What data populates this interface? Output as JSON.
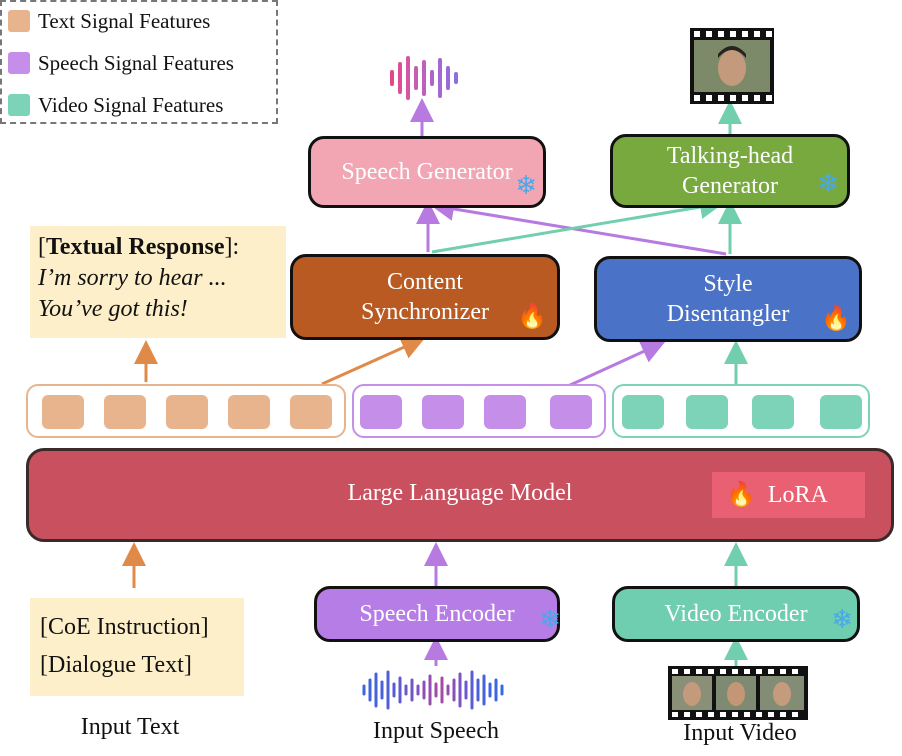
{
  "legend": {
    "items": [
      {
        "label": "Text Signal Features",
        "color": "#e8b48d"
      },
      {
        "label": "Speech Signal Features",
        "color": "#c58ee8"
      },
      {
        "label": "Video Signal Features",
        "color": "#7dd3b8"
      }
    ]
  },
  "modules": {
    "speech_generator": "Speech Generator",
    "talking_head_line1": "Talking-head",
    "talking_head_line2": "Generator",
    "content_sync_line1": "Content",
    "content_sync_line2": "Synchronizer",
    "style_dis_line1": "Style",
    "style_dis_line2": "Disentangler",
    "llm": "Large Language Model",
    "lora": "LoRA",
    "speech_encoder": "Speech Encoder",
    "video_encoder": "Video Encoder"
  },
  "textual_response": {
    "prefix": "[",
    "bold": "Textual Response",
    "suffix": "]:",
    "line2": "I’m sorry to hear ...",
    "line3": "You’ve got this!"
  },
  "input_text_box": {
    "line1": "[CoE Instruction]",
    "line2": "[Dialogue Text]"
  },
  "inputs": {
    "text": "Input Text",
    "speech": "Input Speech",
    "video": "Input Video"
  },
  "colors": {
    "text_feature": "#e8b48d",
    "speech_feature": "#c58ee8",
    "video_feature": "#7dd3b8",
    "text_arrow": "#e08a4a",
    "speech_arrow": "#b67ae0",
    "video_arrow": "#72cfae",
    "speech_generator": "#f2a6b4",
    "talking_head": "#77a93f",
    "content_sync": "#b85a22",
    "style_dis": "#4a72c6",
    "llm": "#c9505f",
    "speech_encoder": "#b77de6",
    "video_encoder": "#6fcdb0"
  },
  "icons": {
    "frozen": "snowflake-icon",
    "trainable": "fire-icon"
  }
}
